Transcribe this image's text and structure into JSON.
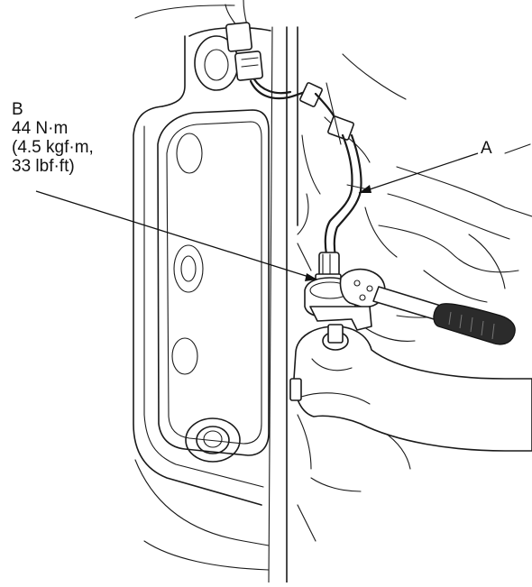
{
  "callouts": {
    "b": {
      "letter": "B",
      "torque_nm": "44 N·m",
      "torque_kgf": "(4.5 kgf·m,",
      "torque_lbf": "33 lbf·ft)"
    },
    "a": {
      "letter": "A"
    }
  },
  "colors": {
    "line": "#1a1a1a",
    "background": "#ffffff",
    "grip": "#2b2b2b"
  }
}
